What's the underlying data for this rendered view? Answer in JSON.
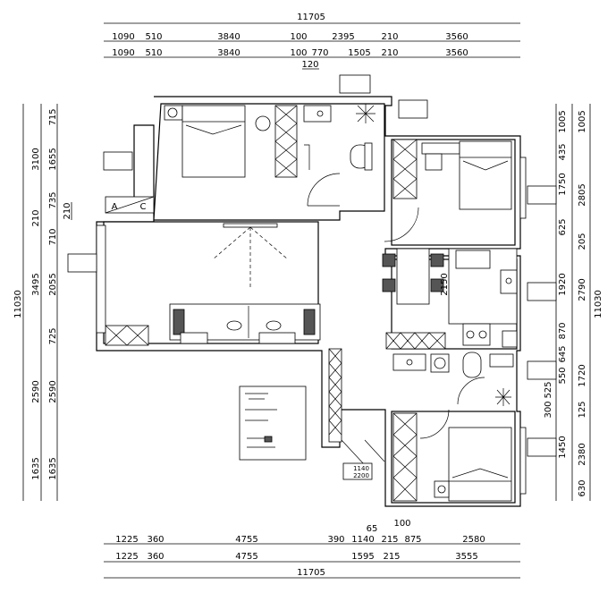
{
  "dims": {
    "top_total": "11705",
    "top_row1": [
      "1090",
      "510",
      "3840",
      "100",
      "2395",
      "210",
      "3560"
    ],
    "top_row2": [
      "1090",
      "510",
      "3840",
      "100",
      "770",
      "1505",
      "210",
      "3560"
    ],
    "top_small": "120",
    "bottom_total": "11705",
    "bottom_row1": [
      "1225",
      "360",
      "4755",
      "390",
      "1140",
      "215",
      "875",
      "2580"
    ],
    "bottom_row2": [
      "1225",
      "360",
      "4755",
      "1595",
      "215",
      "3555"
    ],
    "bottom_small": [
      "65",
      "100"
    ],
    "left_total": "11030",
    "left_outer": [
      "3100",
      "210",
      "3495",
      "2590",
      "1635"
    ],
    "left_inner": [
      "715",
      "1655",
      "735",
      "710",
      "2055",
      "725",
      "2590",
      "1635"
    ],
    "left_small": "210",
    "right_total": "11030",
    "right_outer": [
      "1005",
      "2805",
      "205",
      "2790",
      "1720",
      "125",
      "2380",
      "630"
    ],
    "right_inner": [
      "1005",
      "435",
      "1750",
      "625",
      "1920",
      "870",
      "645",
      "550",
      "525",
      "300",
      "1450"
    ],
    "center": "2150",
    "ac_unit": [
      "A",
      "C"
    ],
    "legend": [
      "1140",
      "2200"
    ]
  }
}
